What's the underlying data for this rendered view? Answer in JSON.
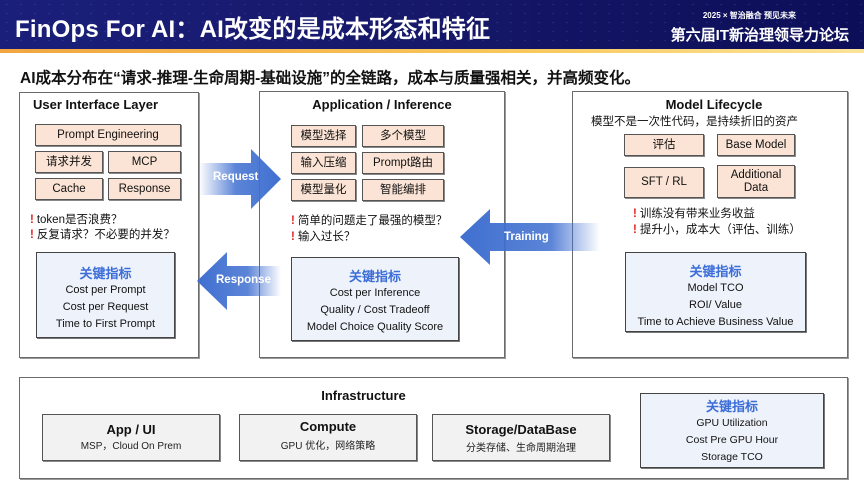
{
  "header": {
    "title": "FinOps For AI：AI改变的是成本形态和特征",
    "event_tag": "2025 × 智治融合 预见未来",
    "event_name": "第六届IT新治理领导力论坛"
  },
  "subtitle": "AI成本分布在“请求-推理-生命周期-基础设施”的全链路，成本与质量强相关，并高频变化。",
  "panels": {
    "ui_layer": {
      "title": "User Interface Layer",
      "chips": [
        "Prompt Engineering",
        "请求并发",
        "MCP",
        "Cache",
        "Response"
      ],
      "warnings": [
        "token是否浪费？",
        "反复请求？不必要的并发？"
      ],
      "kpi": {
        "title": "关键指标",
        "lines": [
          "Cost per Prompt",
          "Cost per Request",
          "Time to First Prompt"
        ]
      }
    },
    "inference": {
      "title": "Application / Inference",
      "chips": [
        "模型选择",
        "多个模型",
        "输入压缩",
        "Prompt路由",
        "模型量化",
        "智能编排"
      ],
      "warnings": [
        "简单的问题走了最强的模型？",
        "输入过长？"
      ],
      "kpi": {
        "title": "关键指标",
        "lines": [
          "Cost per Inference",
          "Quality / Cost Tradeoff",
          "Model Choice Quality Score"
        ]
      }
    },
    "lifecycle": {
      "title": "Model Lifecycle",
      "note": "模型不是一次性代码，是持续折旧的资产",
      "chips": [
        "评估",
        "Base Model",
        "SFT / RL",
        "Additional Data"
      ],
      "warnings": [
        "训练没有带来业务收益",
        "提升小，成本大（评估、训练）"
      ],
      "kpi": {
        "title": "关键指标",
        "lines": [
          "Model TCO",
          "ROI/ Value",
          "Time to Achieve Business Value"
        ]
      }
    }
  },
  "arrows": {
    "request": "Request",
    "response": "Response",
    "training": "Training"
  },
  "infrastructure": {
    "title": "Infrastructure",
    "boxes": [
      {
        "title": "App / UI",
        "sub": "MSP，Cloud On Prem"
      },
      {
        "title": "Compute",
        "sub": "GPU 优化，网络策略"
      },
      {
        "title": "Storage/DataBase",
        "sub": "分类存储、生命周期治理"
      }
    ],
    "kpi": {
      "title": "关键指标",
      "lines": [
        "GPU Utilization",
        "Cost Pre GPU Hour",
        "Storage TCO"
      ]
    }
  },
  "colors": {
    "header_bg": "#16186a",
    "accent_stripe": "#f8c85a",
    "chip_fill": "#fbe4d5",
    "kpi_fill": "#eef3fb",
    "kpi_title": "#3d6ed8",
    "arrow_blue": "#3f6fd0",
    "warning_red": "#e52020"
  }
}
